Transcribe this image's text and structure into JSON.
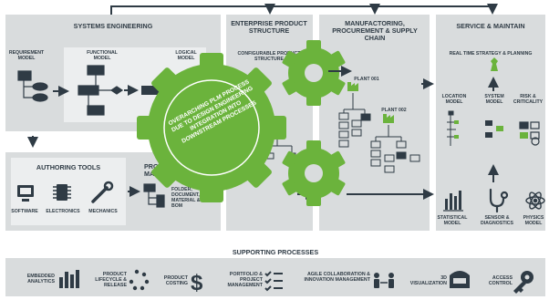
{
  "columns": {
    "systems_engineering": "SYSTEMS ENGINEERING",
    "enterprise_product_structure": "ENTERPRISE PRODUCT STRUCTURE",
    "manufacturing": "MANUFACTORING, PROCUREMENT & SUPPLY CHAIN",
    "service": "SERVICE & MAINTAIN"
  },
  "systems_engineering": {
    "requirement": "REQUIREMENT MODEL",
    "functional": "FUNCTIONAL MODEL",
    "logical": "LOGICAL MODEL"
  },
  "authoring_tools": {
    "title": "AUTHORING TOOLS",
    "items": [
      "SOFTWARE",
      "ELECTRONICS",
      "MECHANICS"
    ]
  },
  "product_management": {
    "title": "PRODUCT MANAGEMENT",
    "folder": "FOLDER, DOCUMENT, MATERIAL & E-BOM"
  },
  "configurable": "CONFIGURABLE PRODUCT STRUCTURE",
  "plants": [
    "PLANT 001",
    "PLANT 002"
  ],
  "service": {
    "real_time": "REAL TIME STRATEGY & PLANNING",
    "location": "LOCATION MODEL",
    "system": "SYSTEM MODEL",
    "risk": "RISK & CRITICALITY",
    "statistical": "STATISTICAL MODEL",
    "sensor": "SENSOR & DIAGNOSTICS",
    "physics": "PHYSICS MODEL"
  },
  "gear_text": "OVERARCHING PLM PROCESS DUE TO DESIGN ENGINEERING INTEGRATION INTO DOWNSTREAM PROCESSES",
  "supporting": {
    "title": "SUPPORTING PROCESSES",
    "items": [
      {
        "label": "EMBEDDED ANALYTICS",
        "icon": "bar-chart-icon"
      },
      {
        "label": "PRODUCT LIFECYCLE & RELEASE",
        "icon": "lifecycle-dots-icon"
      },
      {
        "label": "PRODUCT COSTING",
        "icon": "dollar-icon"
      },
      {
        "label": "PORTFOLIO & PROJECT MANAGEMENT",
        "icon": "checklist-icon"
      },
      {
        "label": "AGILE COLLABORATION & INNOVATION MANAGEMENT",
        "icon": "collaboration-icon"
      },
      {
        "label": "3D VISUALIZATION",
        "icon": "vr-headset-icon"
      },
      {
        "label": "ACCESS CONTROL",
        "icon": "key-icon"
      }
    ]
  },
  "colors": {
    "panel": "#d9dcdd",
    "dark": "#2f3b45",
    "gear": "#6bb33c",
    "gear_text": "#ffffff"
  }
}
